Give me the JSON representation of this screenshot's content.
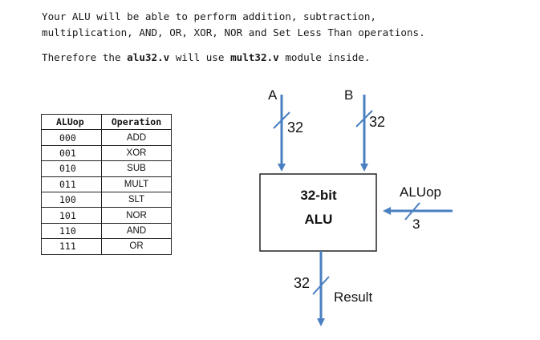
{
  "intro": {
    "line1": "Your ALU will be able to perform addition, subtraction,",
    "line2": "multiplication, AND, OR, XOR, NOR and Set Less Than operations.",
    "line3_prefix": "Therefore the ",
    "line3_module1": "alu32.v",
    "line3_mid": " will use ",
    "line3_module2": "mult32.v",
    "line3_suffix": " module inside."
  },
  "table": {
    "headers": [
      "ALUop",
      "Operation"
    ],
    "rows": [
      {
        "code": "000",
        "op": "ADD"
      },
      {
        "code": "001",
        "op": "XOR"
      },
      {
        "code": "010",
        "op": "SUB"
      },
      {
        "code": "011",
        "op": "MULT"
      },
      {
        "code": "100",
        "op": "SLT"
      },
      {
        "code": "101",
        "op": "NOR"
      },
      {
        "code": "110",
        "op": "AND"
      },
      {
        "code": "111",
        "op": "OR"
      }
    ]
  },
  "diagram": {
    "input_a_label": "A",
    "input_b_label": "B",
    "a_width": "32",
    "b_width": "32",
    "alu_line1": "32-bit",
    "alu_line2": "ALU",
    "aluop_label": "ALUop",
    "aluop_width": "3",
    "out_width": "32",
    "result_label": "Result",
    "wire_color": "#4a7fc1"
  }
}
